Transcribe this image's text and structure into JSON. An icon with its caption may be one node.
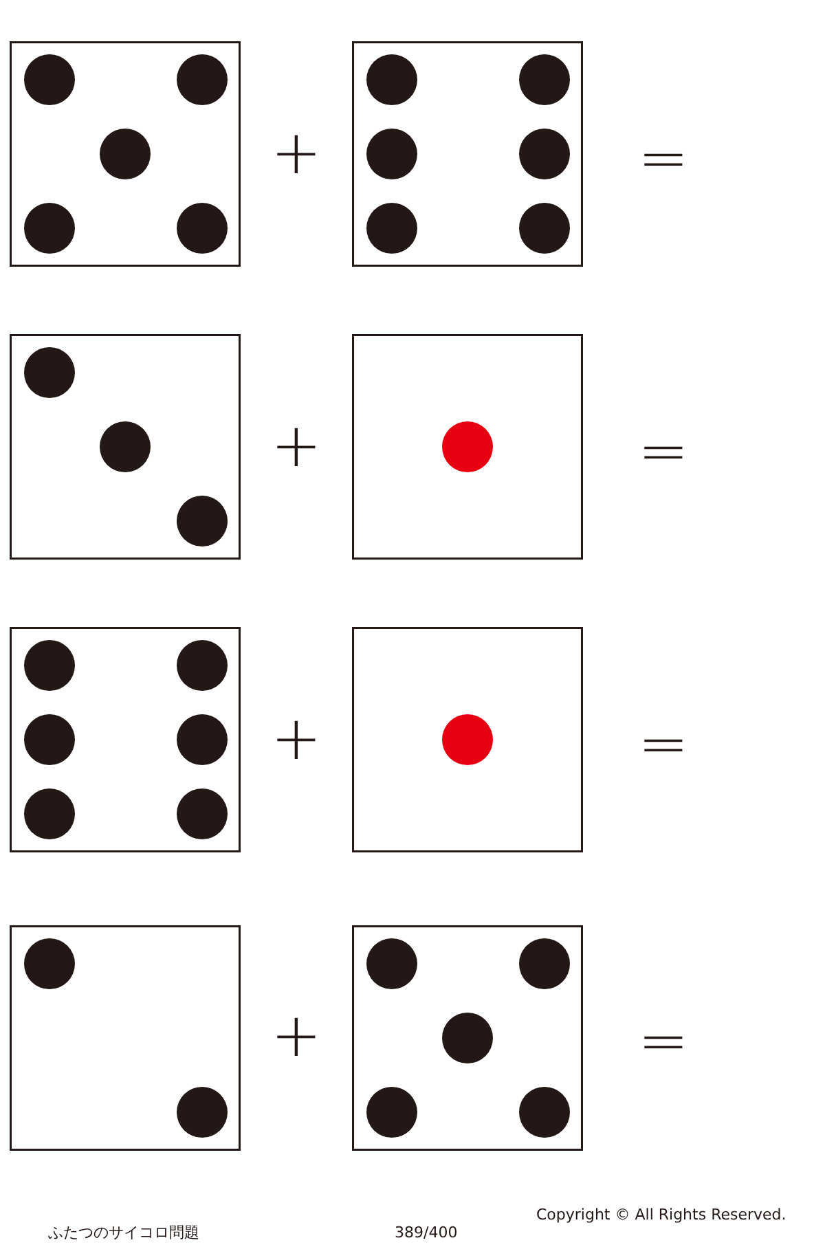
{
  "diagram": {
    "labels": [
      "+",
      "=",
      "+",
      "=",
      "+",
      "=",
      "+",
      "=",
      "ふたつのサイコロ問題",
      "389/400",
      "Copyright © All Rights Reserved."
    ]
  }
}
